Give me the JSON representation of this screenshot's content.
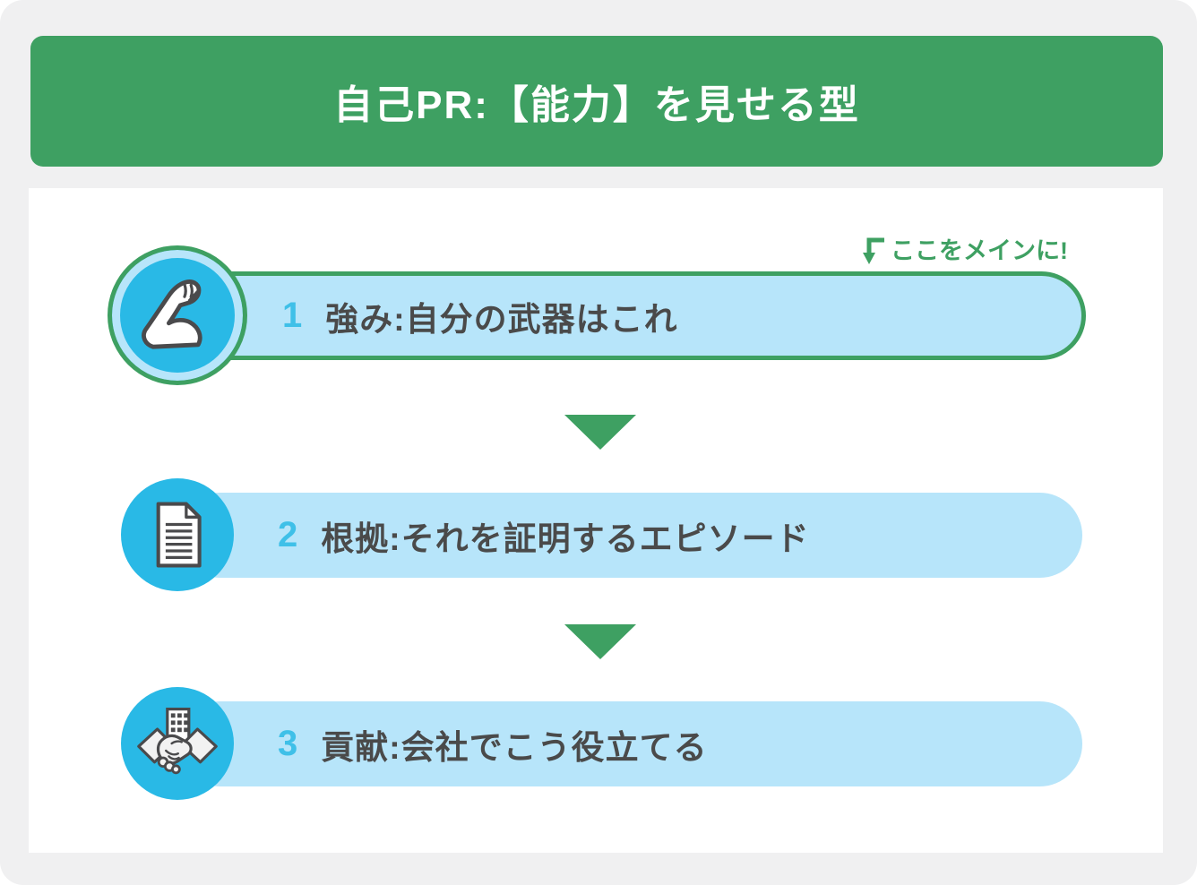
{
  "header": {
    "title": "自己PR:【能力】を見せる型"
  },
  "annotation": {
    "text": "ここをメインに!",
    "icon": "corner-down-arrow-icon"
  },
  "steps": [
    {
      "number": "1",
      "label": "強み:自分の武器はこれ",
      "icon": "flexed-arm-icon",
      "highlighted": true
    },
    {
      "number": "2",
      "label": "根拠:それを証明するエピソード",
      "icon": "document-icon",
      "highlighted": false
    },
    {
      "number": "3",
      "label": "貢献:会社でこう役立てる",
      "icon": "handshake-building-icon",
      "highlighted": false
    }
  ],
  "colors": {
    "green": "#3ea062",
    "cyan_circle": "#29b9e6",
    "pill_blue": "#b7e5fa",
    "number_cyan": "#3fc0e8",
    "text_dark": "#4a4a4a",
    "background_gray": "#f0f0f1"
  }
}
